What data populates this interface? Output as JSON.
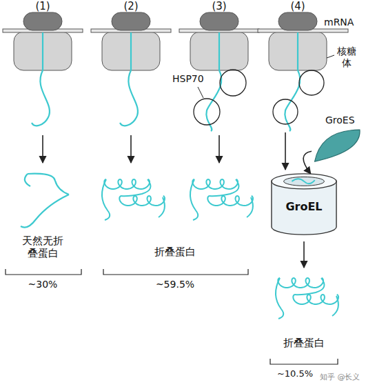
{
  "diagram": {
    "nodes": [
      {
        "text": [
          "GroES"
        ]
      },
      {
        "text": [
          "GroEL"
        ]
      }
    ],
    "edges": [
      {
        "from": 0,
        "to": 1,
        "arrow": "to"
      }
    ],
    "labels": [
      "(1)",
      "(2)",
      "(3)",
      "(4)",
      "mRNA",
      "核糖体",
      "HSP70",
      "天然无折叠蛋白",
      "~30%",
      "折叠蛋白",
      "~59.5%",
      "折叠蛋白",
      "~10.5%",
      "知乎 @长义"
    ]
  }
}
